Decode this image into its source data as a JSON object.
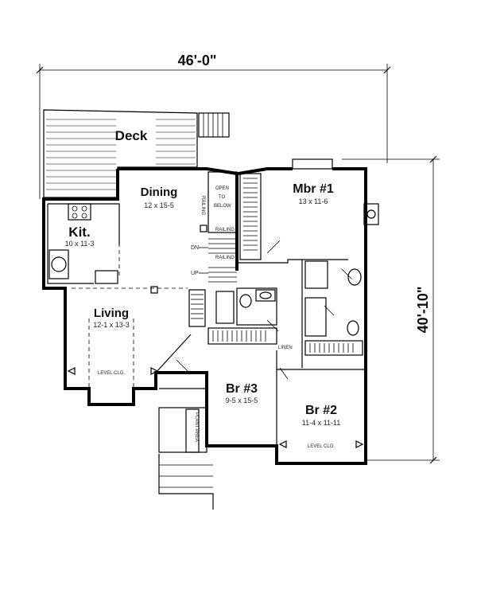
{
  "dimensions": {
    "width": "46'-0\"",
    "depth": "40'-10\""
  },
  "rooms": {
    "deck": {
      "name": "Deck"
    },
    "dining": {
      "name": "Dining",
      "size": "12 x 15-5"
    },
    "kitchen": {
      "name": "Kit.",
      "size": "10 x 11-3"
    },
    "living": {
      "name": "Living",
      "size": "12-1 x 13-3",
      "note": "LEVEL CLG."
    },
    "master": {
      "name": "Mbr #1",
      "size": "13 x 11-6"
    },
    "bedroom3": {
      "name": "Br #3",
      "size": "9-5 x 15-5"
    },
    "bedroom2": {
      "name": "Br #2",
      "size": "11-4 x 11-11",
      "note": "LEVEL CLG."
    }
  },
  "labels": {
    "open_to_below": [
      "OPEN",
      "TO",
      "BELOW"
    ],
    "railing": "RAILING",
    "dn": "DN",
    "up": "UP",
    "linen": "LINEN",
    "plant_area": "PLANT AREA"
  }
}
